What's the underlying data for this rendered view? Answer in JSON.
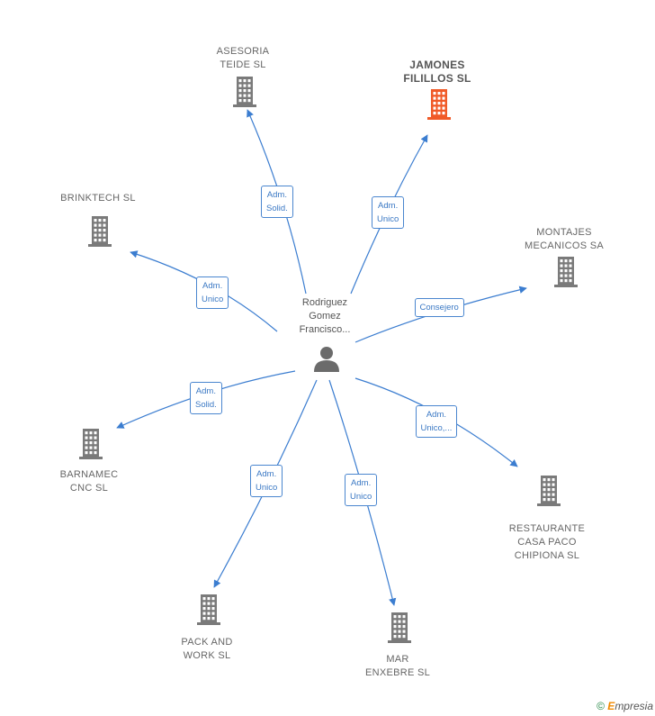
{
  "center": {
    "name": "Rodriguez\nGomez\nFrancisco..."
  },
  "nodes": [
    {
      "id": "asesoria",
      "label": "ASESORIA\nTEIDE SL",
      "highlight": false
    },
    {
      "id": "jamones",
      "label": "JAMONES\nFILILLOS  SL",
      "highlight": true
    },
    {
      "id": "brinktech",
      "label": "BRINKTECH  SL",
      "highlight": false
    },
    {
      "id": "montajes",
      "label": "MONTAJES\nMECANICOS SA",
      "highlight": false
    },
    {
      "id": "barnamec",
      "label": "BARNAMEC\nCNC  SL",
      "highlight": false
    },
    {
      "id": "restaurante",
      "label": "RESTAURANTE\nCASA PACO\nCHIPIONA  SL",
      "highlight": false
    },
    {
      "id": "pack",
      "label": "PACK AND\nWORK  SL",
      "highlight": false
    },
    {
      "id": "mar",
      "label": "MAR\nENXEBRE  SL",
      "highlight": false
    }
  ],
  "edges": [
    {
      "to": "asesoria",
      "label": "Adm.\nSolid."
    },
    {
      "to": "jamones",
      "label": "Adm.\nUnico"
    },
    {
      "to": "brinktech",
      "label": "Adm.\nUnico"
    },
    {
      "to": "montajes",
      "label": "Consejero"
    },
    {
      "to": "barnamec",
      "label": "Adm.\nSolid."
    },
    {
      "to": "restaurante",
      "label": "Adm.\nUnico,..."
    },
    {
      "to": "pack",
      "label": "Adm.\nUnico"
    },
    {
      "to": "mar",
      "label": "Adm.\nUnico"
    }
  ],
  "colors": {
    "edge": "#3b7dd0",
    "building": "#7a7a7a",
    "building_highlight": "#f05a28",
    "person": "#6b6b6b"
  },
  "footer": {
    "copyright": "©",
    "brand_initial": "E",
    "brand_rest": "mpresia"
  }
}
